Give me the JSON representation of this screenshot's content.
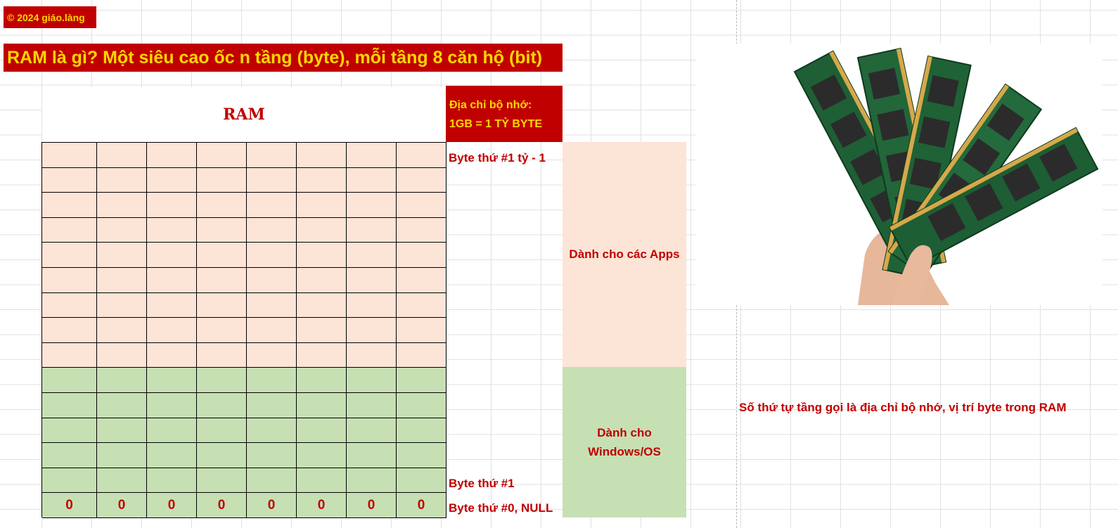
{
  "copyright": "© 2024 giáo.làng",
  "headline": "RAM là gì? Một siêu cao ốc n tầng (byte), mỗi tầng 8 căn hộ (bit)",
  "ram_title": "RAM",
  "address_header": {
    "line1": "Địa chỉ bộ nhớ:",
    "line2": "1GB = 1 TỶ BYTE"
  },
  "bottom_row_values": [
    "0",
    "0",
    "0",
    "0",
    "0",
    "0",
    "0",
    "0"
  ],
  "byte_labels": {
    "top": "Byte thứ #1 tỷ - 1",
    "byte1": "Byte thứ #1",
    "byte0": "Byte thứ #0, NULL"
  },
  "regions": {
    "apps": "Dành cho các Apps",
    "os_line1": "Dành cho",
    "os_line2": "Windows/OS"
  },
  "note": "Số thứ tự tầng gọi là địa chỉ bộ nhớ, vị trí byte trong RAM",
  "colors": {
    "accent_red": "#c00000",
    "gold_text": "#ffd700",
    "apps_fill": "#fce4d6",
    "os_fill": "#c6e0b4"
  }
}
